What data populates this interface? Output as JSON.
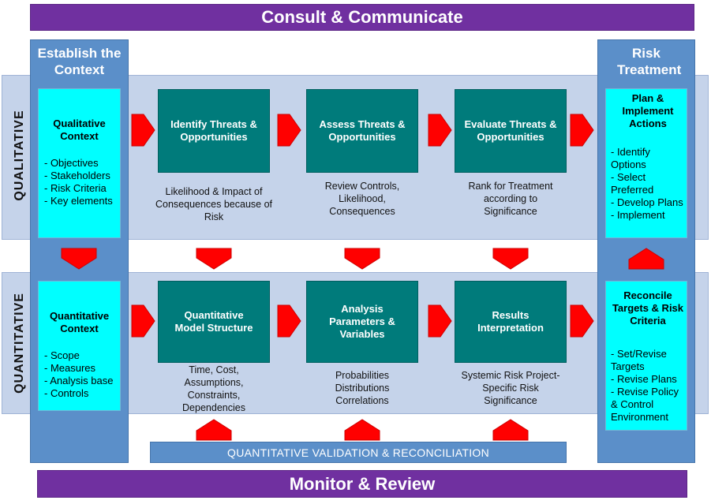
{
  "banners": {
    "consult": "Consult & Communicate",
    "monitor": "Monitor & Review"
  },
  "columns": {
    "left_title": "Establish the Context",
    "right_title": "Risk Treatment"
  },
  "rows": {
    "qualitative": "QUALITATIVE",
    "quantitative": "QUANTITATIVE"
  },
  "qualitative": {
    "context": {
      "title": "Qualitative Context",
      "items": [
        "- Objectives",
        "- Stakeholders",
        "- Risk Criteria",
        "- Key elements"
      ]
    },
    "steps": [
      {
        "title": "Identify Threats & Opportunities",
        "caption": "Likelihood & Impact of Consequences because of Risk"
      },
      {
        "title": "Assess Threats & Opportunities",
        "caption": "Review Controls, Likelihood, Consequences"
      },
      {
        "title": "Evaluate Threats & Opportunities",
        "caption": "Rank for Treatment according to Significance"
      }
    ],
    "treatment": {
      "title": "Plan & Implement Actions",
      "items": [
        "- Identify Options",
        "- Select Preferred",
        "- Develop Plans",
        "- Implement"
      ]
    }
  },
  "quantitative": {
    "context": {
      "title": "Quantitative Context",
      "items": [
        "- Scope",
        "- Measures",
        "- Analysis base",
        "- Controls"
      ]
    },
    "steps": [
      {
        "title": "Quantitative Model Structure",
        "caption": "Time, Cost, Assumptions, Constraints, Dependencies"
      },
      {
        "title": "Analysis Parameters & Variables",
        "caption": "Probabilities Distributions Correlations"
      },
      {
        "title": "Results Interpretation",
        "caption": "Systemic Risk Project-Specific Risk Significance"
      }
    ],
    "treatment": {
      "title": "Reconcile Targets & Risk Criteria",
      "items": [
        "- Set/Revise Targets",
        "- Revise Plans",
        "- Revise Policy & Control Environment"
      ]
    }
  },
  "validation": "QUANTITATIVE VALIDATION & RECONCILIATION",
  "colors": {
    "banner": "#7030a0",
    "column": "#5b8fc9",
    "band": "#c5d3ea",
    "context_box": "#00ffff",
    "step_box": "#007b7b",
    "arrow": "#ff0000"
  }
}
